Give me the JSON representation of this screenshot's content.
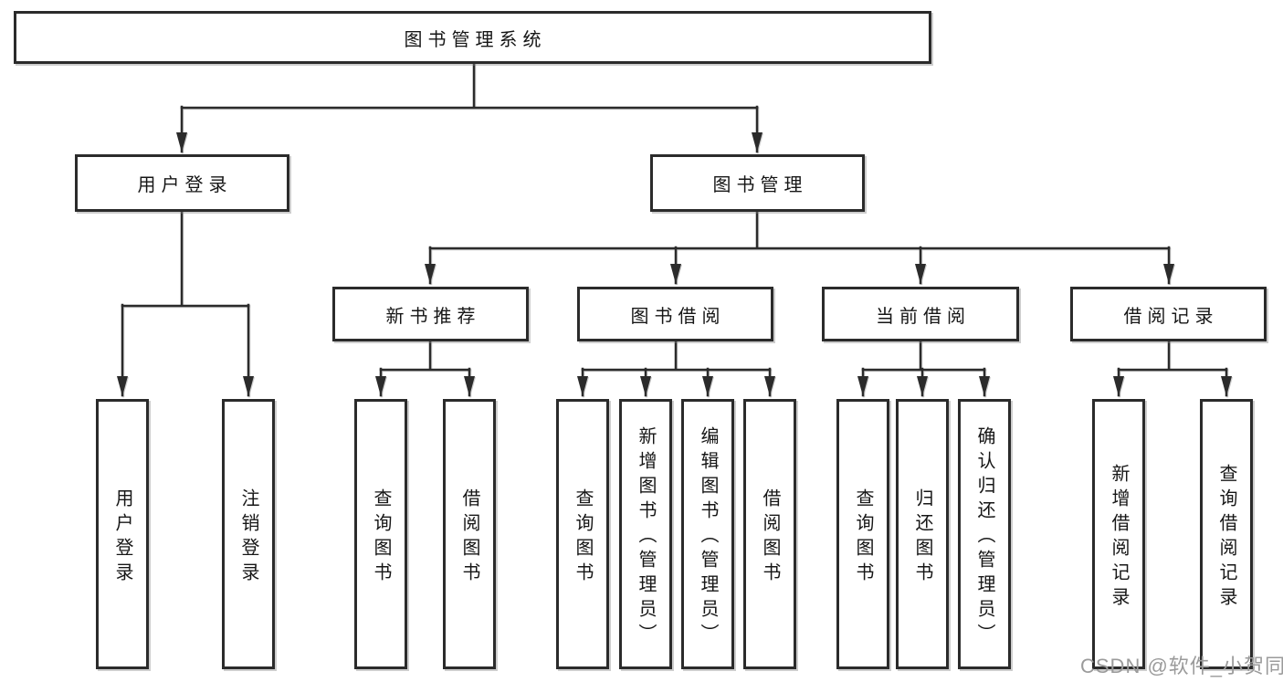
{
  "tree": {
    "root": {
      "label": "图书管理系统"
    },
    "branches": [
      {
        "label": "用户登录",
        "children": [
          {
            "label": "用户登录"
          },
          {
            "label": "注销登录"
          }
        ]
      },
      {
        "label": "图书管理",
        "children": [
          {
            "label": "新书推荐",
            "children": [
              {
                "label": "查询图书"
              },
              {
                "label": "借阅图书"
              }
            ]
          },
          {
            "label": "图书借阅",
            "children": [
              {
                "label": "查询图书"
              },
              {
                "label": "新增图书（管理员）"
              },
              {
                "label": "编辑图书（管理员）"
              },
              {
                "label": "借阅图书"
              }
            ]
          },
          {
            "label": "当前借阅",
            "children": [
              {
                "label": "查询图书"
              },
              {
                "label": "归还图书"
              },
              {
                "label": "确认归还（管理员）"
              }
            ]
          },
          {
            "label": "借阅记录",
            "children": [
              {
                "label": "新增借阅记录"
              },
              {
                "label": "查询借阅记录"
              }
            ]
          }
        ]
      }
    ]
  },
  "watermark": {
    "text": "CSDN @软件_小贺同学"
  },
  "colors": {
    "line": "#2b2b2b",
    "text": "#161616",
    "watermark": "#9b9b9b",
    "background": "#ffffff"
  }
}
